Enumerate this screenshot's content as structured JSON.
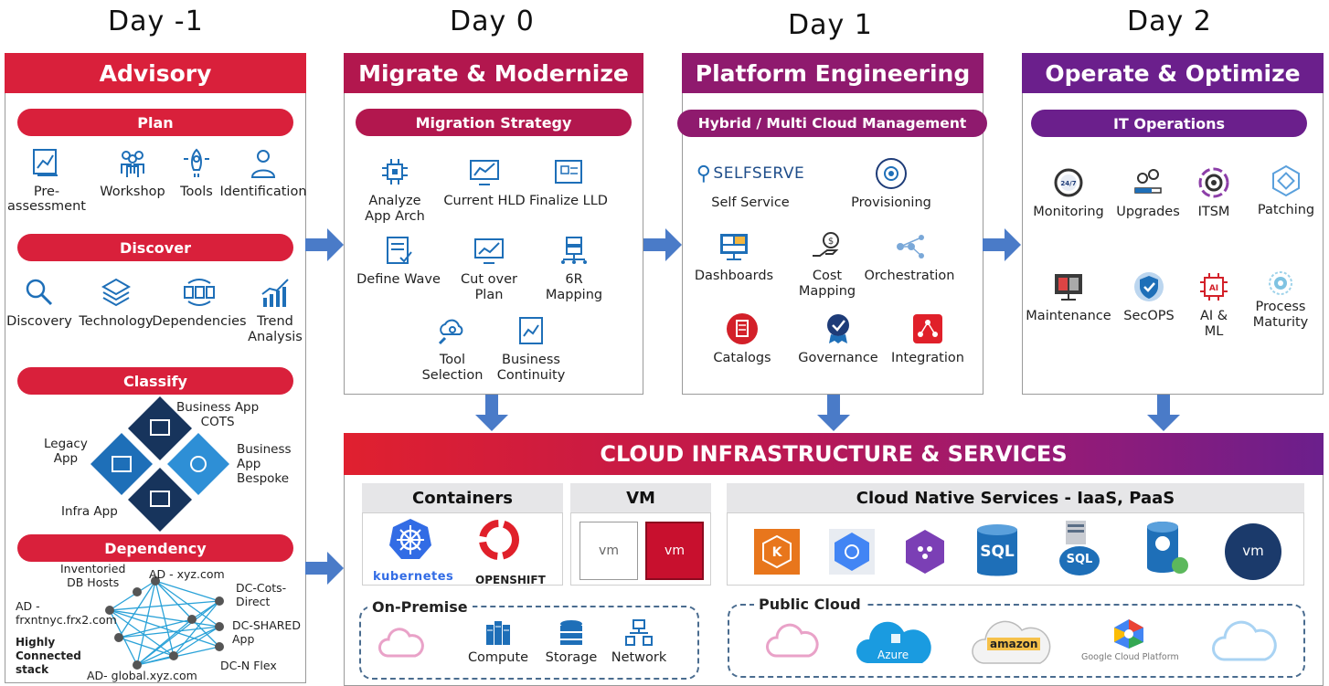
{
  "days": [
    "Day -1",
    "Day 0",
    "Day 1",
    "Day 2"
  ],
  "advisory": {
    "title": "Advisory",
    "plan": {
      "title": "Plan",
      "items": [
        "Pre-\nassessment",
        "Workshop",
        "Tools",
        "Identification"
      ]
    },
    "discover": {
      "title": "Discover",
      "items": [
        "Discovery",
        "Technology",
        "Dependencies",
        "Trend\nAnalysis"
      ]
    },
    "classify": {
      "title": "Classify",
      "labels": [
        "Business App\nCOTS",
        "Legacy\nApp",
        "Business\nApp\nBespoke",
        "Infra App"
      ]
    },
    "dependency": {
      "title": "Dependency",
      "labels": [
        "Inventoried\nDB Hosts",
        "AD - xyz.com",
        "DC-Cots-\nDirect",
        "AD -\nfrxntnyc.frx2.com",
        "DC-SHARED\nApp",
        "Highly\nConnected\nstack",
        "DC-N Flex",
        "AD- global.xyz.com"
      ]
    }
  },
  "migrate": {
    "title": "Migrate & Modernize",
    "pill": "Migration Strategy",
    "items": [
      "Analyze\nApp Arch",
      "Current HLD",
      "Finalize LLD",
      "Define Wave",
      "Cut over\nPlan",
      "6R\nMapping",
      "Tool\nSelection",
      "Business\nContinuity"
    ]
  },
  "platform": {
    "title": "Platform Engineering",
    "pill": "Hybrid / Multi Cloud Management",
    "selfserve_logo": "SELFSERVE",
    "items": [
      "Self Service",
      "Provisioning",
      "Dashboards",
      "Cost\nMapping",
      "Orchestration",
      "Catalogs",
      "Governance",
      "Integration"
    ]
  },
  "operate": {
    "title": "Operate & Optimize",
    "pill": "IT Operations",
    "items": [
      "Monitoring",
      "Upgrades",
      "ITSM",
      "Patching",
      "Maintenance",
      "SecOPS",
      "AI &\nML",
      "Process\nMaturity"
    ]
  },
  "cloud": {
    "title": "CLOUD INFRASTRUCTURE & SERVICES",
    "containers": {
      "title": "Containers",
      "logos": [
        "kubernetes",
        "OPENSHIFT"
      ]
    },
    "vm": {
      "title": "VM",
      "labels": [
        "vm",
        "vm"
      ]
    },
    "native": {
      "title": "Cloud Native Services - IaaS, PaaS",
      "sql_labels": [
        "SQL",
        "SQL"
      ],
      "vm_label": "vm"
    },
    "onprem": {
      "title": "On-Premise",
      "items": [
        "Compute",
        "Storage",
        "Network"
      ]
    },
    "public": {
      "title": "Public Cloud",
      "logos": [
        "Azure",
        "amazon",
        "Google Cloud Platform"
      ]
    }
  },
  "colors": {
    "advisory": "#d9203b",
    "migrate": "#b2174e",
    "platform": "#8f1a6e",
    "operate": "#6b1f8c",
    "arrow": "#4a7bc8",
    "icon_blue": "#1e6fb8"
  }
}
